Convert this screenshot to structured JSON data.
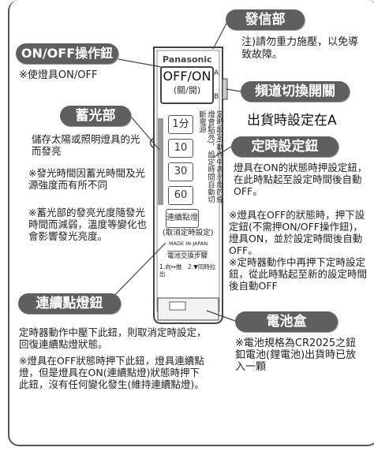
{
  "labels": {
    "transmitter": "發信部",
    "transmitter_note": "注)請勿重力施壓，以免導致故障。",
    "onoff_button": "ON/OFF操作鈕",
    "onoff_note": "※使燈具ON/OFF",
    "luminous": "蓄光部",
    "luminous_desc": "儲存太陽或照明燈具的光而發亮",
    "luminous_note1": "※發光時間因蓄光時間及光源強度而有所不同",
    "luminous_note2": "※蓄光部的發亮光度隨發光時間而減弱，溫度等變化也會影響發光亮度。",
    "channel_switch": "頻道切換開關",
    "channel_default": "出貨時設定在A",
    "timer_button": "定時設定鈕",
    "timer_desc": "燈具在ON的狀態時押設定鈕，在此時點起至設定時間後自動OFF。",
    "timer_note1": "※燈具在OFF的狀態時，押下設定鈕(不需押ON/OFF操作鈕)，燈具ON，並於設定時間後自動OFF。",
    "timer_note2": "※定時器動作中再押下定時設定鈕，從此時點起至新的設定時間後自動OFF",
    "continuous_button": "連續點燈鈕",
    "continuous_desc": "定時器動作中壓下此鈕，則取消定時設定，回復連續點燈狀態。",
    "continuous_note": "※燈具在OFF狀態時押下此鈕，燈具連續點燈，但是燈具在ON(連續點燈)狀態時押下此鈕，沒有任何變化發生(維持連續點燈)。",
    "battery_box": "電池盒",
    "battery_note": "※電池規格為CR2025之鈕釦電池(鋰電池)出貨時已放入一顆"
  },
  "remote": {
    "brand": "Panasonic",
    "onoff_text": "OFF/ON",
    "onoff_sub": "(關/開)",
    "switch_a": "A",
    "switch_b": "B",
    "timer_buttons": [
      "1分",
      "10",
      "30",
      "60"
    ],
    "side_text": "定時設定(動作中表示燈的綠燈會點亮)，設定時間自動切斷電源",
    "continuous_text": "連續點燈",
    "continuous_sub": "(取消定時設定)",
    "made_in": "MADE IN JAPAN",
    "battery_steps": "電池交換步驟",
    "battery_instr": "1.向↔推　2.▼同時拉出"
  },
  "colors": {
    "pill_bg": "#5f5f5f",
    "line": "#444444"
  }
}
